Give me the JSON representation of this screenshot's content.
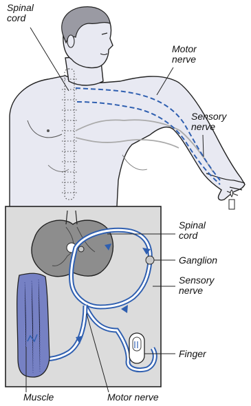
{
  "labels": {
    "spinal_cord_top": [
      "Spinal",
      "cord"
    ],
    "motor_nerve_top": [
      "Motor",
      "nerve"
    ],
    "sensory_nerve_top": [
      "Sensory",
      "nerve"
    ],
    "spinal_cord_inset": [
      "Spinal",
      "cord"
    ],
    "ganglion": "Ganglion",
    "sensory_nerve_inset": [
      "Sensory",
      "nerve"
    ],
    "finger": "Finger",
    "muscle": "Muscle",
    "motor_nerve_bottom": "Motor nerve"
  },
  "colors": {
    "nerve": "#2f5fb0",
    "skin": "#e8e9f2",
    "gray_matter": "#8d8d8d",
    "inset_bg": "#dcdcdc",
    "muscle": "#7681c4",
    "outline": "#222222"
  }
}
